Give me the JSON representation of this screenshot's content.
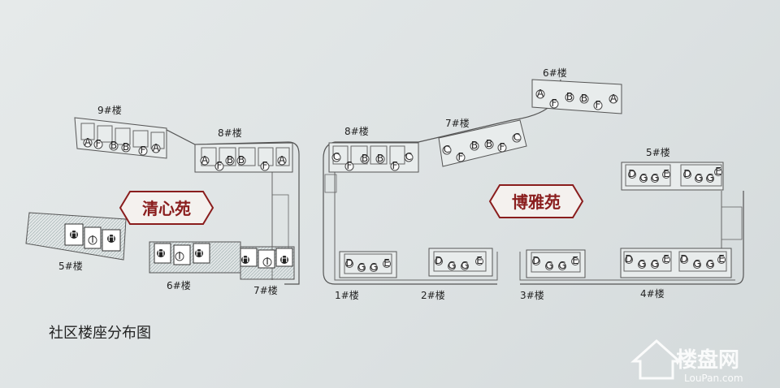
{
  "caption": "社区楼座分布图",
  "zones": {
    "left": "清心苑",
    "right": "博雅苑"
  },
  "buildings_left": {
    "b9": "9#楼",
    "b8": "8#楼",
    "b5": "5#楼",
    "b6": "6#楼",
    "b7": "7#楼"
  },
  "buildings_right": {
    "b8": "8#楼",
    "b7": "7#楼",
    "b6": "6#楼",
    "b5": "5#楼",
    "b1": "1#楼",
    "b2": "2#楼",
    "b3": "3#楼",
    "b4": "4#楼"
  },
  "watermark": {
    "cn": "楼盘网",
    "url": "LouPan.com"
  },
  "unit_letters": {
    "a": "A",
    "b": "B",
    "c": "C",
    "f": "F",
    "h": "H",
    "i": "I",
    "d": "D",
    "e": "E",
    "g": "G"
  }
}
